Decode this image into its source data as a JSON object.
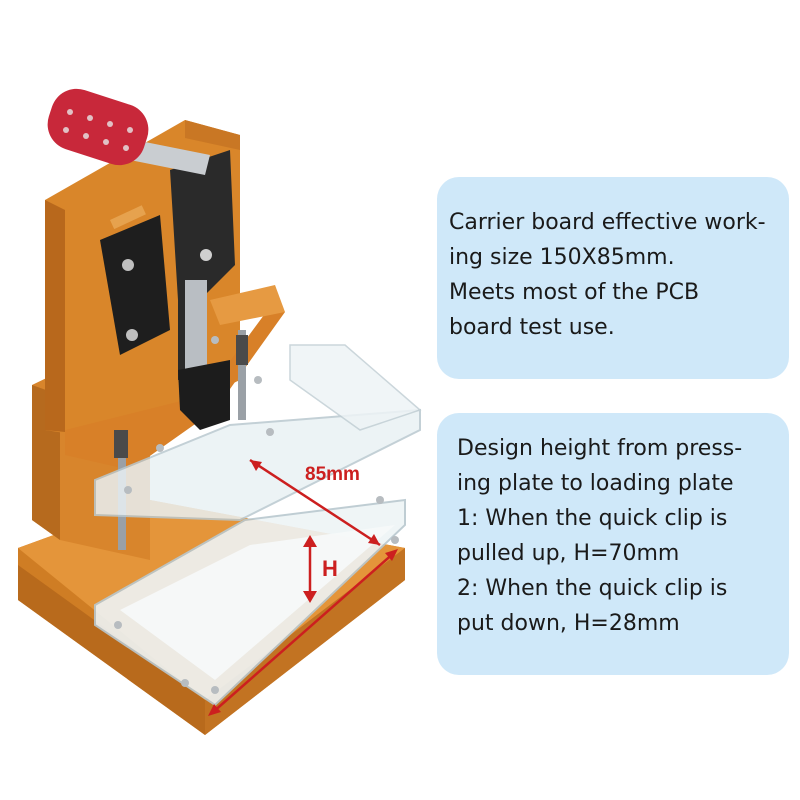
{
  "dimensions": {
    "width_label": "85mm",
    "height_label": "H"
  },
  "info_box_1": {
    "lines": [
      "Carrier board effective work-",
      "ing size 150X85mm.",
      "Meets most of the PCB",
      "board test use."
    ]
  },
  "info_box_2": {
    "lines": [
      "Design height from press-",
      "ing plate to loading plate",
      "1:  When the quick clip is",
      "pulled up, H=70mm",
      "2:  When the quick clip is",
      "put down, H=28mm"
    ]
  },
  "colors": {
    "frame_orange": "#d9862a",
    "handle_red": "#c8283a",
    "dimension_red": "#cc1f1f",
    "box_blue": "#cfe8f9",
    "acrylic": "#e9f1f4"
  }
}
